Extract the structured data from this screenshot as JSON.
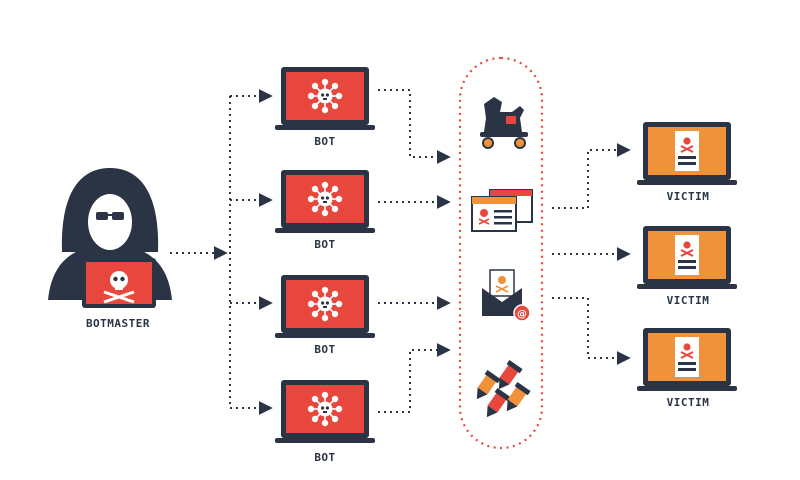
{
  "labels": {
    "botmaster": "BOTMASTER",
    "bots": [
      "BOT",
      "BOT",
      "BOT",
      "BOT"
    ],
    "victims": [
      "VICTIM",
      "VICTIM",
      "VICTIM"
    ]
  },
  "attack_icons": [
    "trojan-horse-icon",
    "phishing-webpage-icon",
    "spam-email-icon",
    "ddos-missile-icon"
  ],
  "colors": {
    "dark": "#2b3445",
    "bot_screen": "#e8473d",
    "victim_screen": "#f0923a",
    "dotted_red": "#e8473d",
    "arrow": "#2b3445"
  }
}
